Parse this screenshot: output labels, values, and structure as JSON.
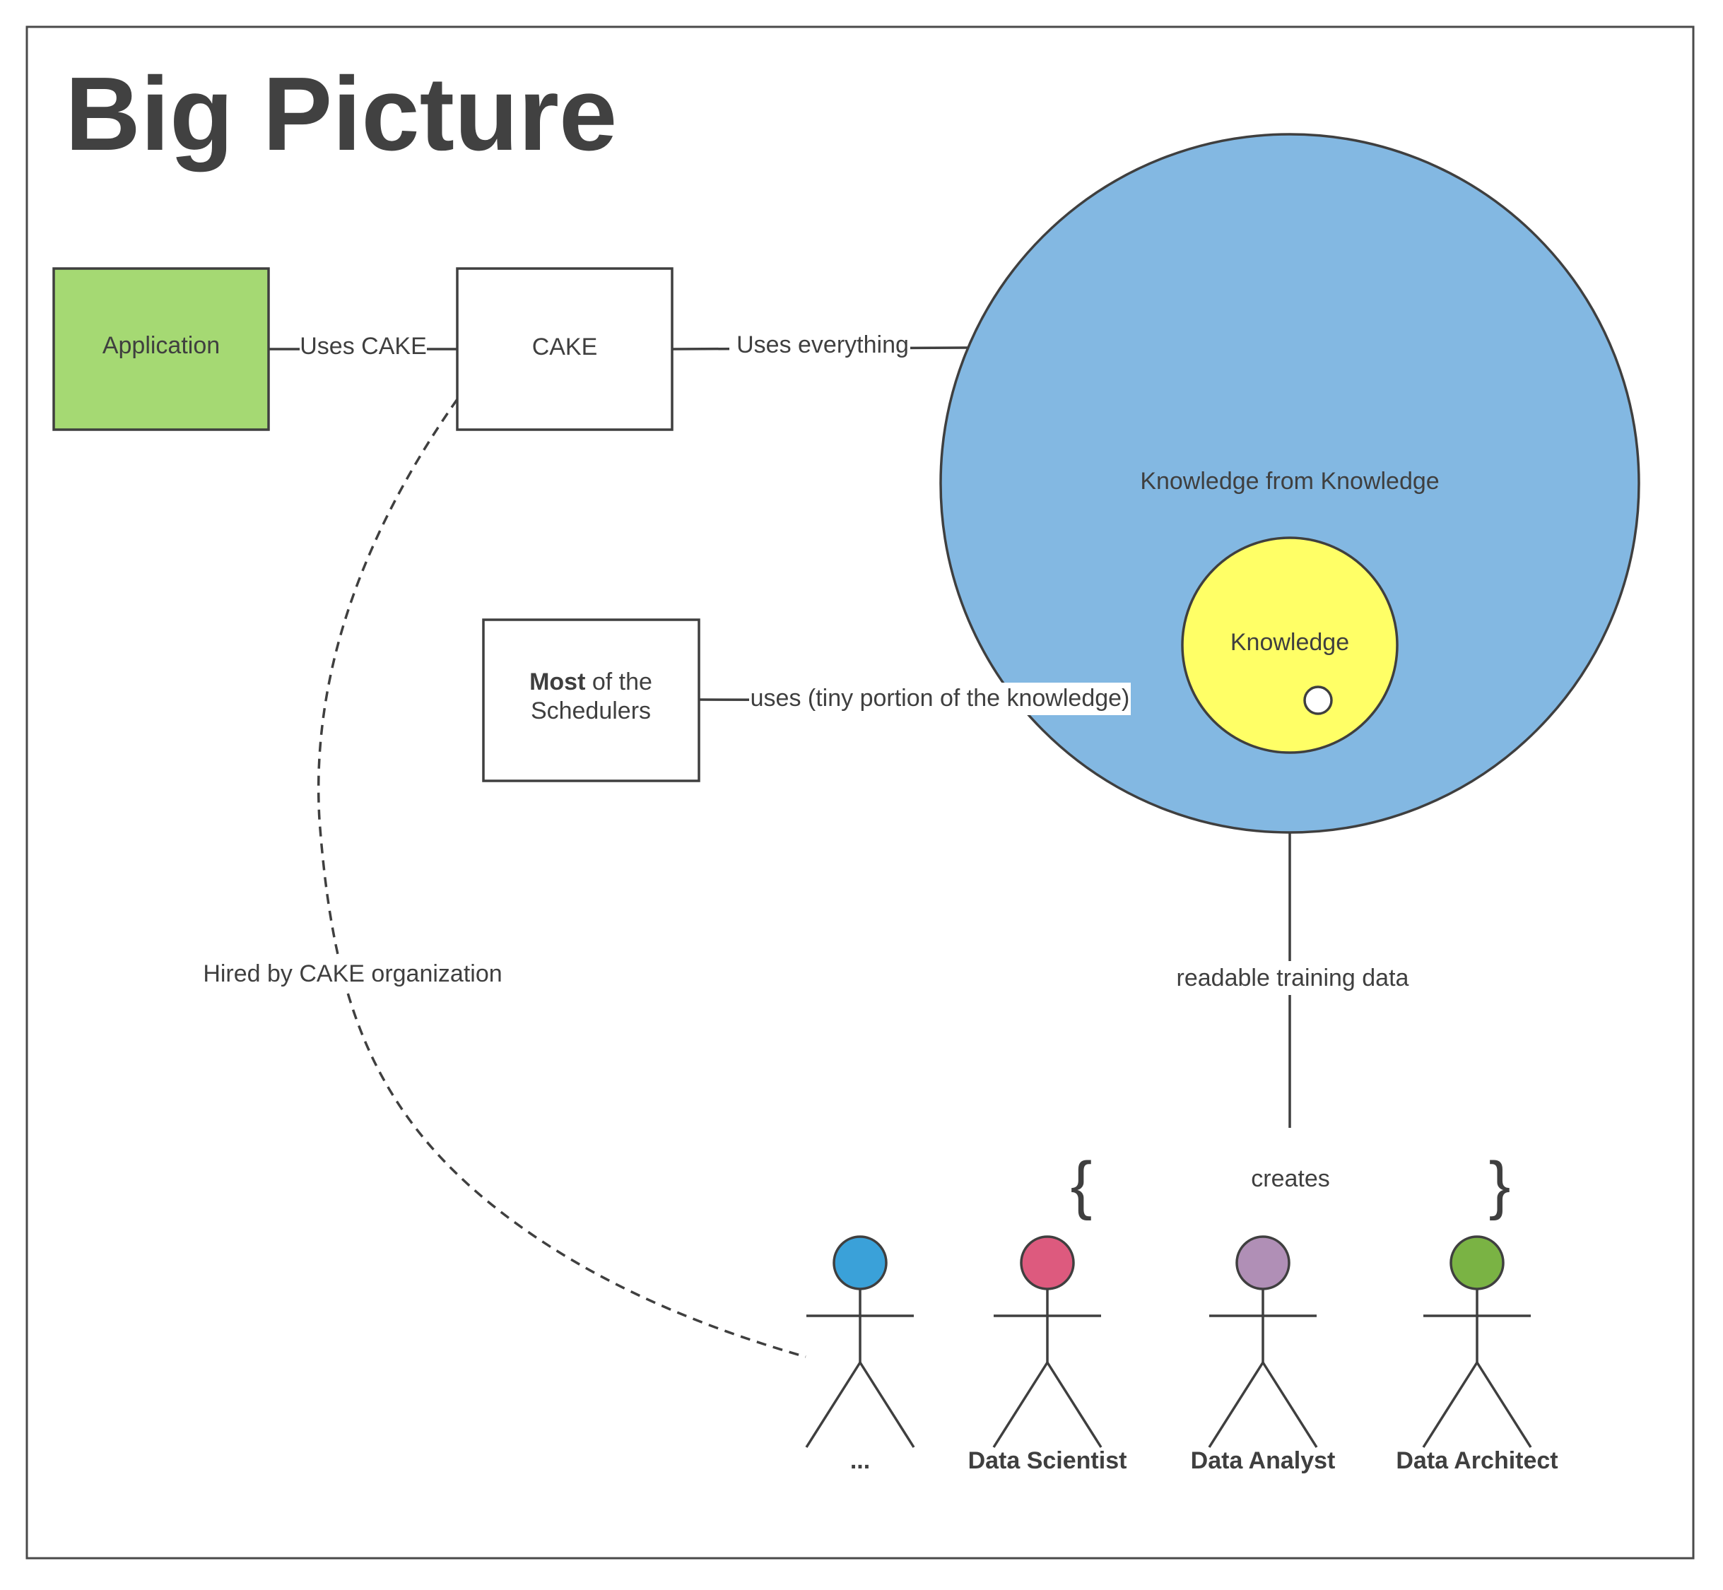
{
  "title": "Big Picture",
  "nodes": {
    "application": "Application",
    "cake": "CAKE",
    "schedulers_bold": "Most",
    "schedulers_line1_rest": " of the",
    "schedulers_line2": "Schedulers",
    "knowledge_from_knowledge": "Knowledge from Knowledge",
    "knowledge": "Knowledge"
  },
  "edges": {
    "uses_cake": "Uses CAKE",
    "uses_everything": "Uses everything",
    "uses_tiny": "uses (tiny portion of the knowledge)",
    "readable_training_data": "readable training data",
    "hired_by": "Hired by CAKE organization",
    "creates": "creates",
    "brace_open": "{",
    "brace_close": "}"
  },
  "actors": [
    {
      "label": "...",
      "color": "#3aa1d9"
    },
    {
      "label": "Data Scientist",
      "color": "#dd5a7e"
    },
    {
      "label": "Data Analyst",
      "color": "#b08fb6"
    },
    {
      "label": "Data Architect",
      "color": "#7ab344"
    }
  ],
  "colors": {
    "application": "#a5d973",
    "outer_circle": "#83b8e2",
    "inner_circle": "#ffff66",
    "stroke": "#3f3f3f"
  }
}
